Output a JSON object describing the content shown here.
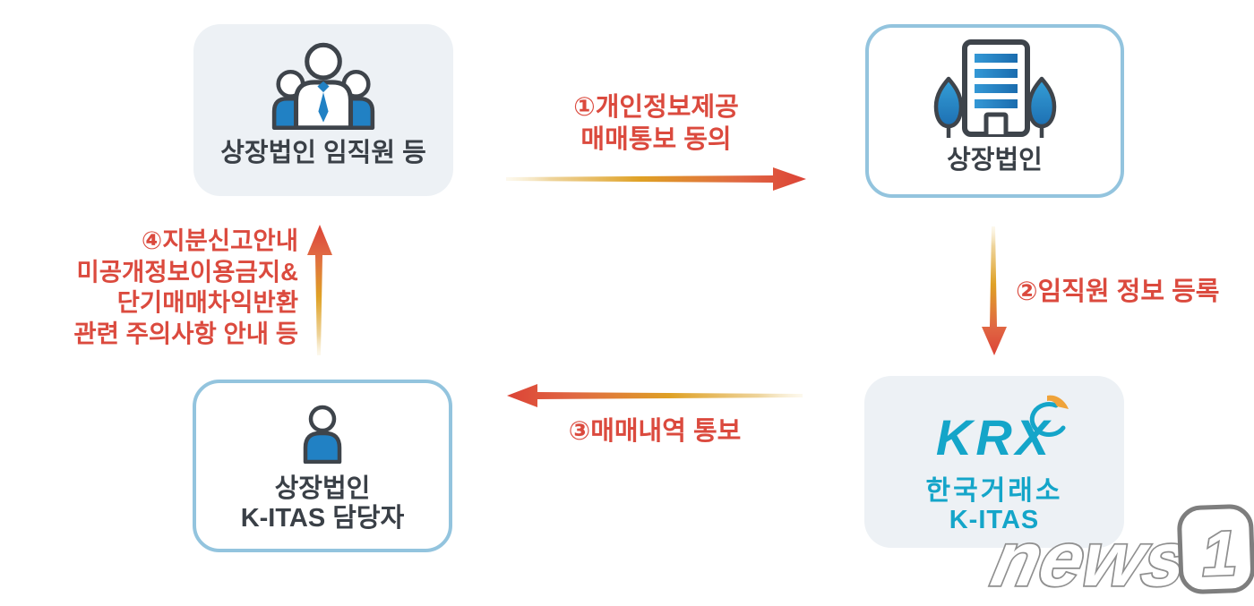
{
  "nodes": {
    "employees": {
      "label": "상장법인 임직원 등"
    },
    "company": {
      "label": "상장법인"
    },
    "manager": {
      "line1": "상장법인",
      "line2": "K-ITAS 담당자"
    },
    "krx": {
      "logo": "KRX",
      "name": "한국거래소",
      "system": "K-ITAS"
    }
  },
  "flows": {
    "step1": {
      "line1": "①개인정보제공",
      "line2": "매매통보 동의"
    },
    "step2": {
      "label": "②임직원 정보 등록"
    },
    "step3": {
      "label": "③매매내역 통보"
    },
    "step4": {
      "lines": [
        "④지분신고안내",
        "미공개정보이용금지&",
        "단기매매차익반환",
        "관련 주의사항 안내 등"
      ]
    }
  },
  "watermark": {
    "text": "news",
    "badge": "1"
  },
  "colors": {
    "accent_red": "#db4a3e",
    "arrow_gold": "#dfa125",
    "arrow_tail": "#faf1d8",
    "box_gray_bg": "#edf1f5",
    "box_blue_border": "#93c4de",
    "icon_outline": "#3e444b",
    "icon_blue": "#2181c4",
    "krx_teal": "#14a5c9",
    "krx_orange": "#efa33a",
    "label_dark": "#3a4047"
  }
}
